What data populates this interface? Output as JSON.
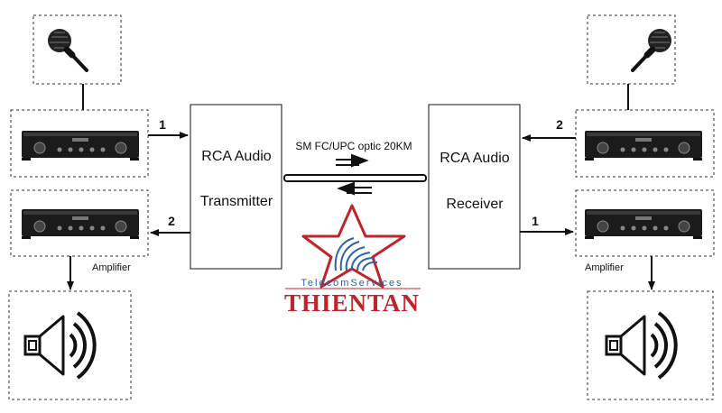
{
  "transmitter": {
    "line1": "RCA Audio",
    "line2": "Transmitter"
  },
  "receiver": {
    "line1": "RCA Audio",
    "line2": "Receiver"
  },
  "fiber": {
    "label": "SM FC/UPC optic 20KM"
  },
  "left": {
    "path_in": "1",
    "path_out": "2",
    "amplifier_label": "Amplifier"
  },
  "right": {
    "path_in": "2",
    "path_out": "1",
    "amplifier_label": "Amplifier"
  },
  "logo": {
    "brand": "THIENTAN",
    "tagline": "TelecomServices"
  },
  "colors": {
    "brand_red": "#c0242b",
    "brand_blue": "#2f63a6",
    "line": "#111111"
  }
}
